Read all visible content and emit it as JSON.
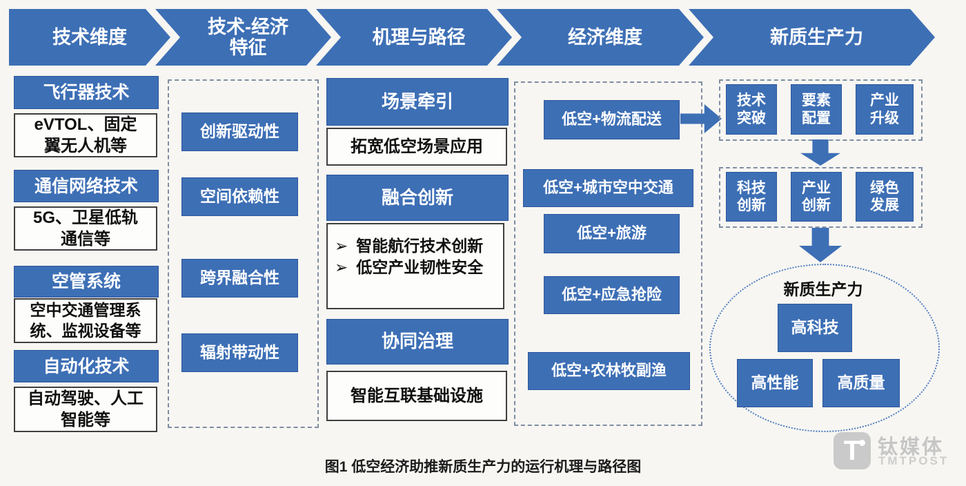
{
  "headers": [
    "技术维度",
    "技术-经济\n特征",
    "机理与路径",
    "经济维度",
    "新质生产力"
  ],
  "tech_dimension": [
    {
      "title": "飞行器技术",
      "desc": "eVTOL、固定\n翼无人机等"
    },
    {
      "title": "通信网络技术",
      "desc": "5G、卫星低轨\n通信等"
    },
    {
      "title": "空管系统",
      "desc": "空中交通管理系\n统、监视设备等"
    },
    {
      "title": "自动化技术",
      "desc": "自动驾驶、人工\n智能等"
    }
  ],
  "characteristics": [
    "创新驱动性",
    "空间依赖性",
    "跨界融合性",
    "辐射带动性"
  ],
  "mechanism": {
    "scene_title": "场景牵引",
    "scene_desc": "拓宽低空场景应用",
    "fusion_title": "融合创新",
    "bullet_glyph": "➢",
    "fusion_bullets": [
      "智能航行技术创新",
      "低空产业韧性安全"
    ],
    "governance_title": "协同治理",
    "governance_desc": "智能互联基础设施"
  },
  "economic_dimension": [
    "低空+物流配送",
    "低空+城市空中交通",
    "低空+旅游",
    "低空+应急抢险",
    "低空+农林牧副渔"
  ],
  "productivity": {
    "row1": [
      "技术\n突破",
      "要素\n配置",
      "产业\n升级"
    ],
    "row2": [
      "科技\n创新",
      "产业\n创新",
      "绿色\n发展"
    ],
    "ellipse_title": "新质生产力",
    "ellipse_items": [
      "高科技",
      "高性能",
      "高质量"
    ]
  },
  "caption": "图1  低空经济助推新质生产力的运行机理与路径图",
  "watermark": {
    "cn": "钛媒体",
    "en": "TMTPOST",
    "logo_letter": "T"
  },
  "colors": {
    "primary_blue": "#3d6fb5",
    "blue_border": "#2c559c",
    "box_border": "#3f3f3f",
    "dashed_border": "#7f8da3",
    "ellipse_dotted": "#4b7bc0",
    "background": "#f7f6f2",
    "watermark_gray": "#cacaca"
  }
}
